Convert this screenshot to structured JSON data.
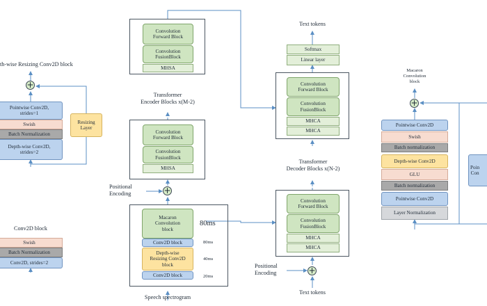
{
  "left_top": {
    "title": "th-wise Resizing Conv2D block",
    "pointwise": "Pointwise Conv2D,\nstrides=1",
    "swish": "Swish",
    "batchnorm": "Batch Normalization",
    "depthwise": "Depth-wise Conv2D,\nstrides=2",
    "resizing": "Resizing\nLayer"
  },
  "left_bottom": {
    "title": "Conv2D block",
    "swish": "Swish",
    "batchnorm": "Batch Normalization",
    "conv2d": "Conv2D, strides=2"
  },
  "encoder": {
    "top_conv_forward": "Convolution\nForward Block",
    "top_conv_fusion": "Convolution\nFusionBlock",
    "top_mhsa": "MHSA",
    "label": "Transformer\nEncoder Blocks x(M-2)",
    "mid_conv_forward": "Convolution\nForward Block",
    "mid_conv_fusion": "Convolution\nFusionBlock",
    "mid_mhsa": "MHSA",
    "positional_encoding": "Positional\nEncoding",
    "macaron": "Macaron\nConvolution\nblock",
    "conv2d_block_1": "Conv2D block",
    "depthwise_resizing": "Depth-wise\nResizing Conv2D\nblock",
    "conv2d_block_2": "Conv2D block",
    "rate_80_big": "80ms",
    "rate_80": "80ms",
    "rate_40": "40ms",
    "rate_20": "20ms",
    "input": "Speech spectrogram"
  },
  "decoder": {
    "output": "Text tokens",
    "softmax": "Softmax",
    "linear": "Linear layer",
    "top_conv_forward": "Convolution\nForward Block",
    "top_conv_fusion": "Convolution\nFusionBlock",
    "top_mhca_1": "MHCA",
    "top_mhca_2": "MHCA",
    "label": "Transformer\nDecoder Blocks x(N-2)",
    "bot_conv_forward": "Convolution\nForward Block",
    "bot_conv_fusion": "Convolution\nFusionBlock",
    "bot_mhca_1": "MHCA",
    "bot_mhca_2": "MHCA",
    "positional_encoding": "Positional\nEncoding",
    "input": "Text tokens"
  },
  "macaron_block": {
    "title": "Macaron\nConvolution\nblock",
    "pointwise_top": "Pointwise Conv2D",
    "swish": "Swish",
    "batchnorm_top": "Batch normalization",
    "depthwise": "Depth-wise Conv2D",
    "glu": "GLU",
    "batchnorm_bottom": "Batch normalization",
    "pointwise_bottom": "Pointwise Conv2D",
    "layernorm": "Layer Normalization"
  },
  "right_partial": {
    "label": "Poin\nCon"
  },
  "plus_symbol": "+"
}
